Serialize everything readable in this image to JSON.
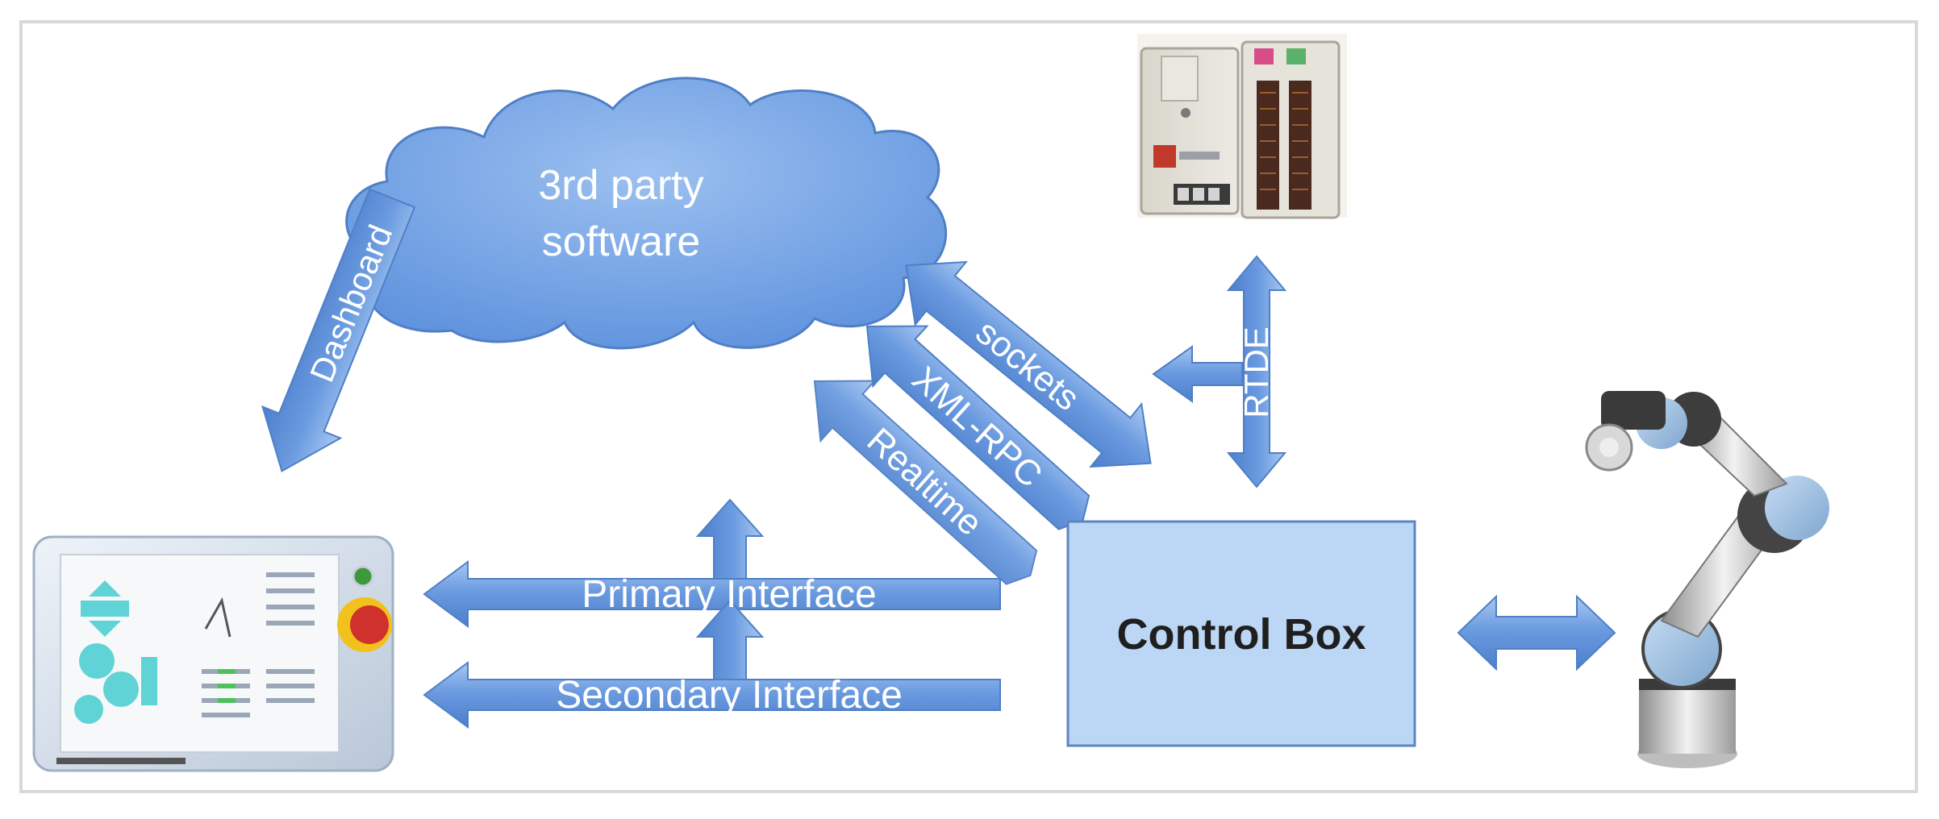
{
  "diagram": {
    "cloud_label_line1": "3rd party",
    "cloud_label_line2": "software",
    "control_box_label": "Control Box",
    "arrows": {
      "dashboard": "Dashboard",
      "sockets": "sockets",
      "xml_rpc": "XML-RPC",
      "realtime": "Realtime",
      "rtde": "RTDE",
      "primary": "Primary Interface",
      "secondary": "Secondary Interface"
    },
    "pictures": {
      "plc": "plc-controller-icon",
      "teach_pendant": "teach-pendant-icon",
      "robot_arm": "robot-arm-icon"
    },
    "colors": {
      "arrow": "#5b8fd6",
      "cloud": "#6f9fe3",
      "control_box_fill": "#bcd6f5",
      "frame_border": "#d9d9d9"
    }
  }
}
